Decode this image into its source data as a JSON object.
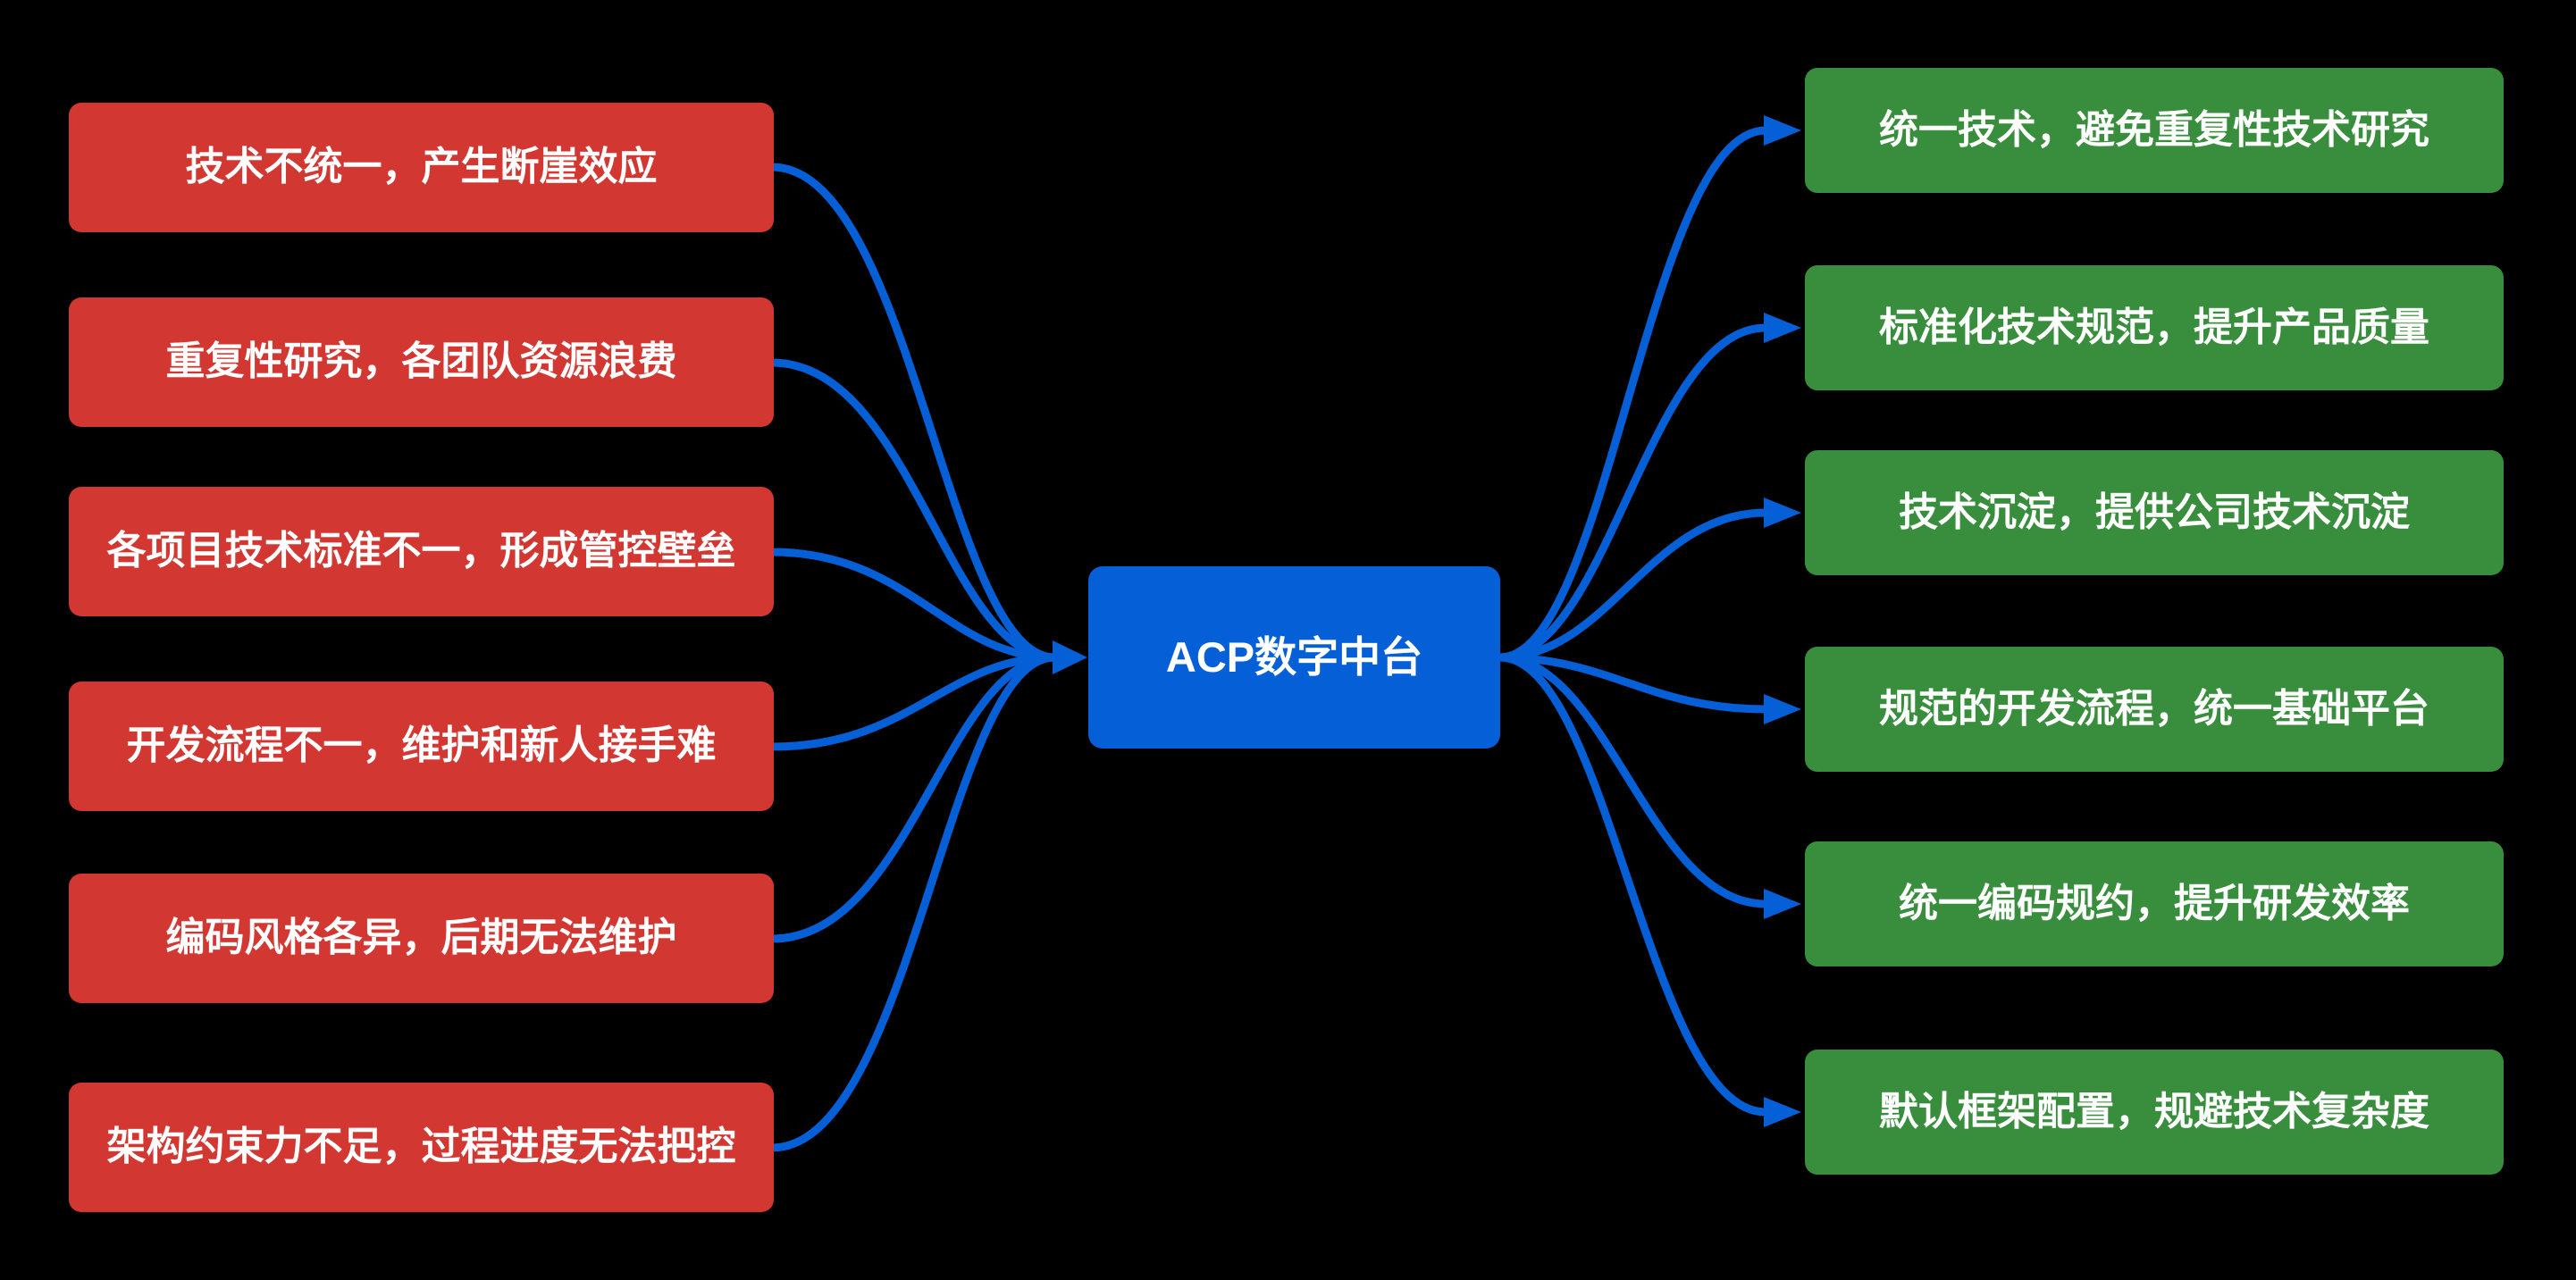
{
  "colors": {
    "background": "#000000",
    "problem": "#D23732",
    "benefit": "#388E3C",
    "platform": "#0560D7",
    "connector": "#0560D7",
    "text": "#FFFFFF"
  },
  "center_node": {
    "label": "ACP数字中台"
  },
  "problems": [
    {
      "label": "技术不统一，产生断崖效应"
    },
    {
      "label": "重复性研究，各团队资源浪费"
    },
    {
      "label": "各项目技术标准不一，形成管控壁垒"
    },
    {
      "label": "开发流程不一，维护和新人接手难"
    },
    {
      "label": "编码风格各异，后期无法维护"
    },
    {
      "label": "架构约束力不足，过程进度无法把控"
    }
  ],
  "benefits": [
    {
      "label": "统一技术，避免重复性技术研究"
    },
    {
      "label": "标准化技术规范，提升产品质量"
    },
    {
      "label": "技术沉淀，提供公司技术沉淀"
    },
    {
      "label": "规范的开发流程，统一基础平台"
    },
    {
      "label": "统一编码规约，提升研发效率"
    },
    {
      "label": "默认框架配置，规避技术复杂度"
    }
  ]
}
